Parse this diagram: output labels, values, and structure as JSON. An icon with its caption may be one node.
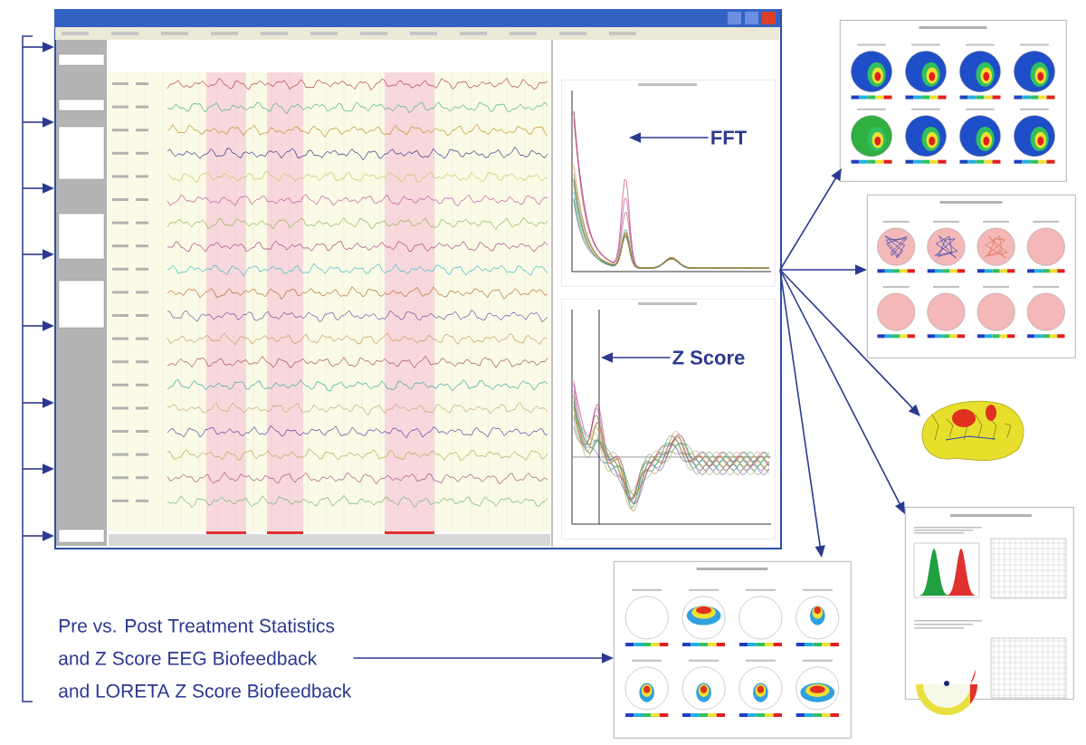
{
  "diagram": {
    "nodes": [
      {
        "text": [],
        "shape": "picture"
      },
      {
        "text": [
          "FFT"
        ],
        "in": 2
      },
      {
        "text": [],
        "shape": "picture",
        "in": 0
      },
      {
        "text": [
          "Z Score"
        ],
        "in": 4
      },
      {
        "text": [],
        "shape": "picture",
        "in": 0
      },
      {
        "text": [],
        "shape": "picture"
      },
      {
        "text": [],
        "shape": "picture"
      },
      {
        "text": [],
        "shape": "picture"
      },
      {
        "text": [],
        "shape": "picture"
      },
      {
        "text": [],
        "shape": "picture"
      },
      {
        "text": [
          "Pre vs. Post Treatment Statistics",
          "and Z Score EEG Biofeedback",
          "and LORETA Z Score Biofeedback"
        ]
      }
    ],
    "edges": [
      {
        "from": 1,
        "to": 2,
        "arrow": "to"
      },
      {
        "from": 3,
        "to": 4,
        "arrow": "to"
      },
      {
        "from": 0,
        "to": 5,
        "arrow": "to"
      },
      {
        "from": 0,
        "to": 6,
        "arrow": "to"
      },
      {
        "from": 0,
        "to": 7,
        "arrow": "to"
      },
      {
        "from": 0,
        "to": 8,
        "arrow": "to"
      },
      {
        "from": 0,
        "to": 9,
        "arrow": "to"
      },
      {
        "from": 10,
        "to": 9,
        "arrow": "to"
      },
      {
        "from": null,
        "to": 0,
        "arrow": "to"
      },
      {
        "from": null,
        "to": 0,
        "arrow": "to"
      },
      {
        "from": null,
        "to": 0,
        "arrow": "to"
      },
      {
        "from": null,
        "to": 0,
        "arrow": "to"
      },
      {
        "from": null,
        "to": 0,
        "arrow": "to"
      },
      {
        "from": null,
        "to": 0,
        "arrow": "to"
      },
      {
        "from": null,
        "to": 0,
        "arrow": "to"
      },
      {
        "from": null,
        "to": 0,
        "arrow": "to"
      }
    ]
  }
}
